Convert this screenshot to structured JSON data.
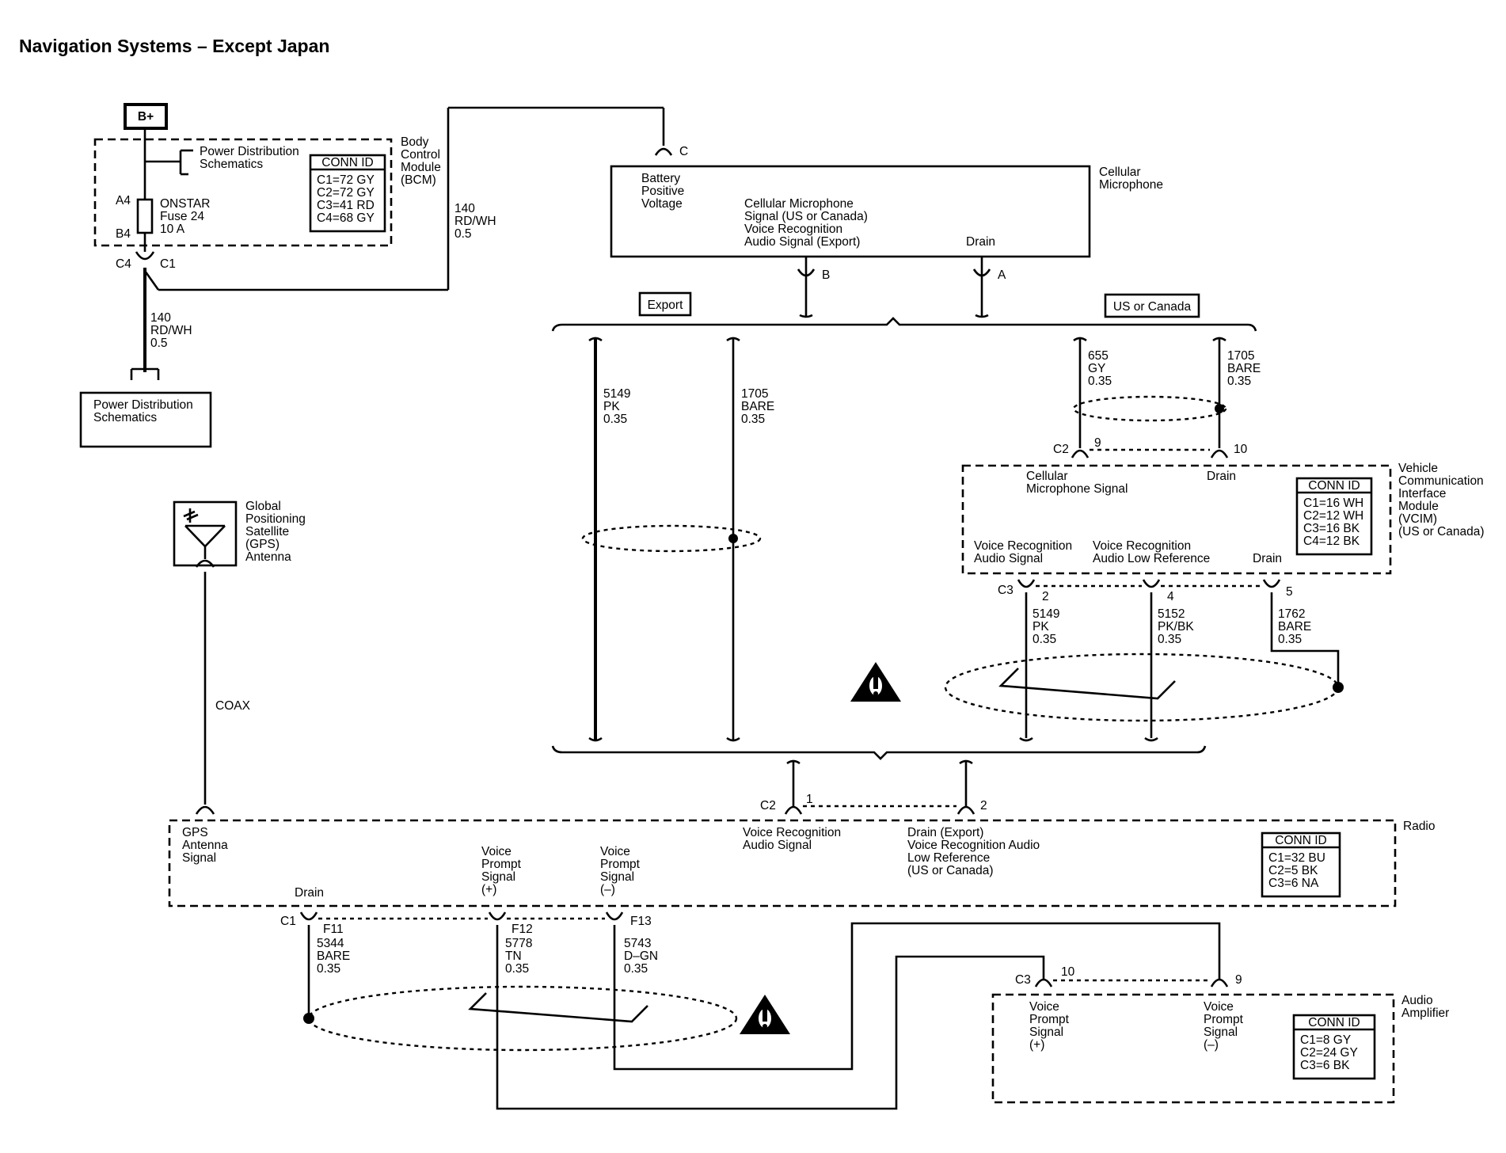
{
  "title": "Navigation Systems – Except Japan",
  "bplus": "B+",
  "bcm": {
    "name": [
      "Body",
      "Control",
      "Module",
      "(BCM)"
    ],
    "pds_ref": [
      "Power Distribution",
      "Schematics"
    ],
    "conn_id_header": "CONN ID",
    "conn_ids": [
      "C1=72 GY",
      "C2=72 GY",
      "C3=41 RD",
      "C4=68 GY"
    ],
    "fuse": [
      "ONSTAR",
      "Fuse 24",
      "10 A"
    ],
    "pin_a4": "A4",
    "pin_b4": "B4",
    "conn_c4": "C4",
    "conn_c1": "C1"
  },
  "wire_140_upper": [
    "140",
    "RD/WH",
    "0.5"
  ],
  "wire_140_lower": [
    "140",
    "RD/WH",
    "0.5"
  ],
  "pds_box": [
    "Power Distribution",
    "Schematics"
  ],
  "cell_mic": {
    "name": [
      "Cellular",
      "Microphone"
    ],
    "batt": [
      "Battery",
      "Positive",
      "Voltage"
    ],
    "signal": [
      "Cellular Microphone",
      "Signal (US or Canada)",
      "Voice Recognition",
      "Audio Signal (Export)"
    ],
    "drain": "Drain",
    "pin_c": "C",
    "pin_b": "B",
    "pin_a": "A"
  },
  "export_label": "Export",
  "us_label": "US or Canada",
  "wires_export": {
    "w5149": [
      "5149",
      "PK",
      "0.35"
    ],
    "w1705": [
      "1705",
      "BARE",
      "0.35"
    ]
  },
  "wires_us_top": {
    "w655": [
      "655",
      "GY",
      "0.35"
    ],
    "w1705": [
      "1705",
      "BARE",
      "0.35"
    ]
  },
  "vcim": {
    "name": [
      "Vehicle",
      "Communication",
      "Interface",
      "Module",
      "(VCIM)",
      "(US or Canada)"
    ],
    "cell_sig": [
      "Cellular",
      "Microphone Signal"
    ],
    "drain_top": "Drain",
    "vr_audio": [
      "Voice Recognition",
      "Audio Signal"
    ],
    "vr_low": [
      "Voice Recognition",
      "Audio Low Reference"
    ],
    "drain_bot": "Drain",
    "conn_id_header": "CONN ID",
    "conn_ids": [
      "C1=16 WH",
      "C2=12 WH",
      "C3=16 BK",
      "C4=12 BK"
    ],
    "c2": "C2",
    "p9": "9",
    "p10": "10",
    "c3": "C3",
    "p2": "2",
    "p4": "4",
    "p5": "5"
  },
  "wires_vcim_bottom": {
    "w5149": [
      "5149",
      "PK",
      "0.35"
    ],
    "w5152": [
      "5152",
      "PK/BK",
      "0.35"
    ],
    "w1762": [
      "1762",
      "BARE",
      "0.35"
    ]
  },
  "gps": {
    "name": [
      "Global",
      "Positioning",
      "Satellite",
      "(GPS)",
      "Antenna"
    ],
    "coax": "COAX"
  },
  "radio": {
    "name": "Radio",
    "gps_sig": [
      "GPS",
      "Antenna",
      "Signal"
    ],
    "drain": "Drain",
    "vp_plus": [
      "Voice",
      "Prompt",
      "Signal",
      "(+)"
    ],
    "vp_minus": [
      "Voice",
      "Prompt",
      "Signal",
      "(–)"
    ],
    "vr_audio": [
      "Voice Recognition",
      "Audio Signal"
    ],
    "drain_export": [
      "Drain (Export)",
      "Voice Recognition Audio",
      "Low Reference",
      "(US or Canada)"
    ],
    "conn_id_header": "CONN ID",
    "conn_ids": [
      "C1=32 BU",
      "C2=5 BK",
      "C3=6 NA"
    ],
    "c2": "C2",
    "p1": "1",
    "p2": "2",
    "c1": "C1",
    "f11": "F11",
    "f12": "F12",
    "f13": "F13"
  },
  "wires_radio_bottom": {
    "w5344": [
      "5344",
      "BARE",
      "0.35"
    ],
    "w5778": [
      "5778",
      "TN",
      "0.35"
    ],
    "w5743": [
      "5743",
      "D–GN",
      "0.35"
    ]
  },
  "amp": {
    "name": [
      "Audio",
      "Amplifier"
    ],
    "vp_plus": [
      "Voice",
      "Prompt",
      "Signal",
      "(+)"
    ],
    "vp_minus": [
      "Voice",
      "Prompt",
      "Signal",
      "(–)"
    ],
    "conn_id_header": "CONN ID",
    "conn_ids": [
      "C1=8 GY",
      "C2=24 GY",
      "C3=6 BK"
    ],
    "c3": "C3",
    "p10": "10",
    "p9": "9"
  },
  "warning_icon": "warning-triangle-icon"
}
